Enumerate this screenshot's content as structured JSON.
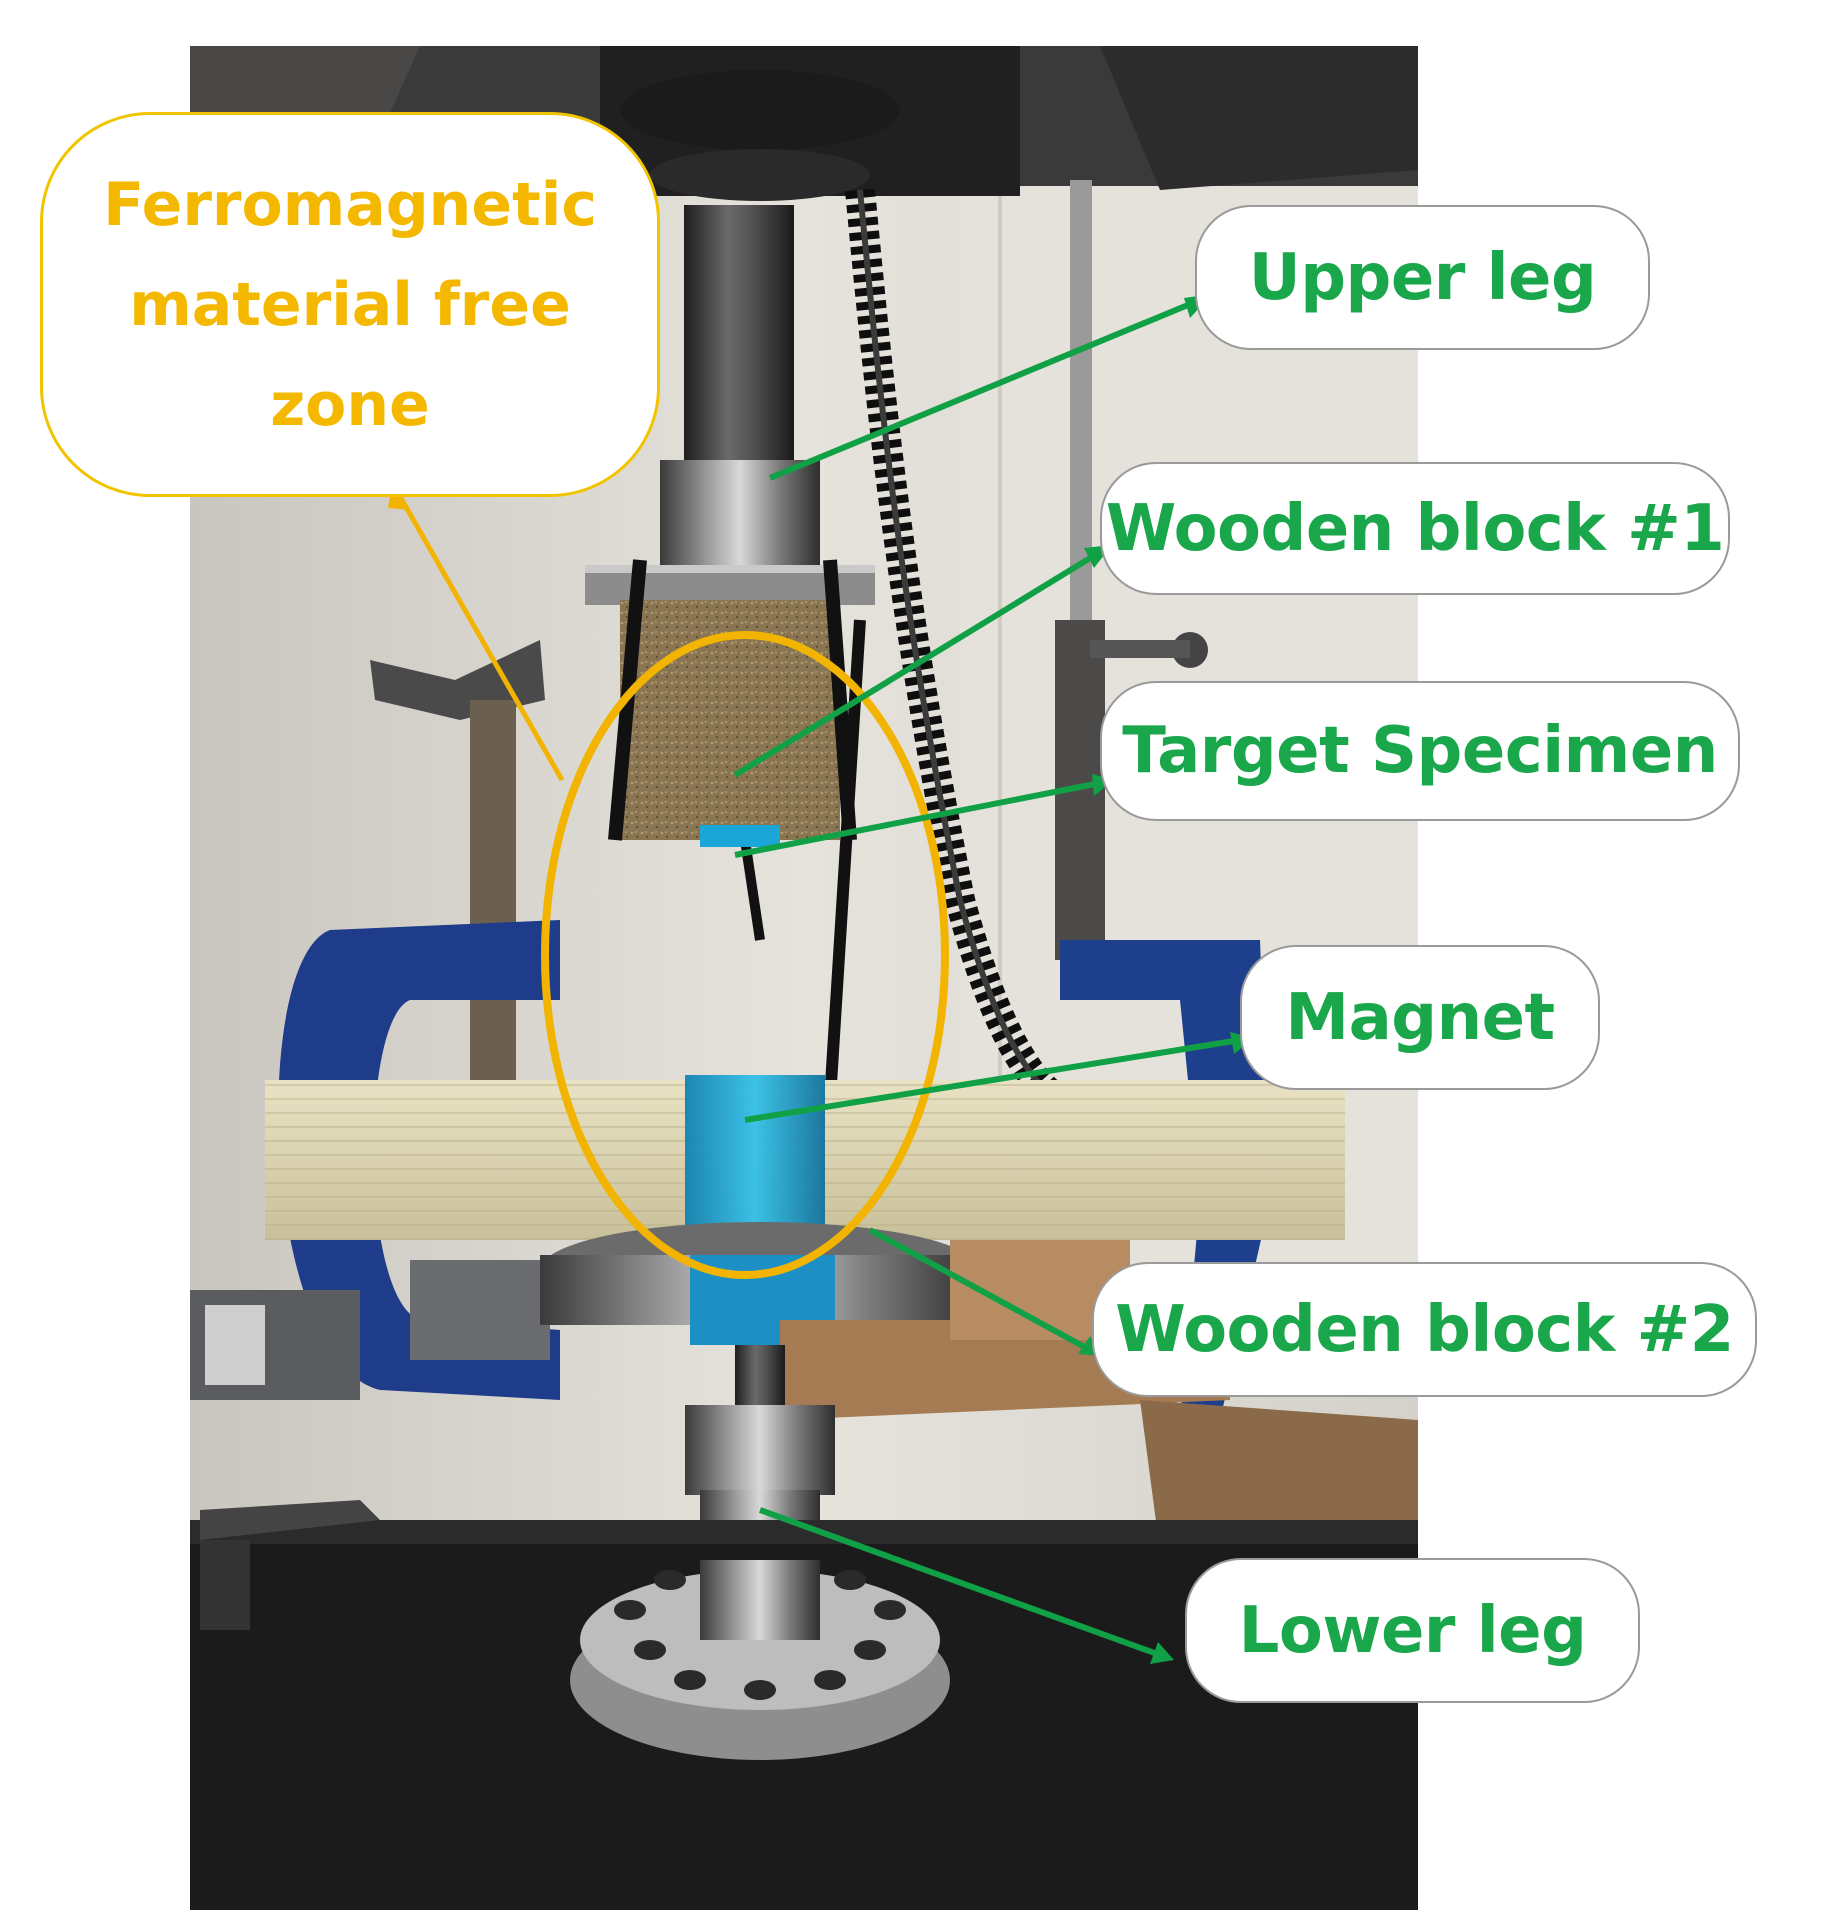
{
  "labels": {
    "zone": [
      "Ferromagnetic",
      "material free",
      "zone"
    ],
    "upper_leg": "Upper leg",
    "wooden_block_1": "Wooden block #1",
    "target_specimen": "Target Specimen",
    "magnet": "Magnet",
    "wooden_block_2": "Wooden block #2",
    "lower_leg": "Lower leg"
  },
  "colors": {
    "label_green": "#1aa64a",
    "zone_yellow": "#f5b800",
    "arrow_green": "#10a046",
    "specimen_blue": "#18a6d6"
  }
}
